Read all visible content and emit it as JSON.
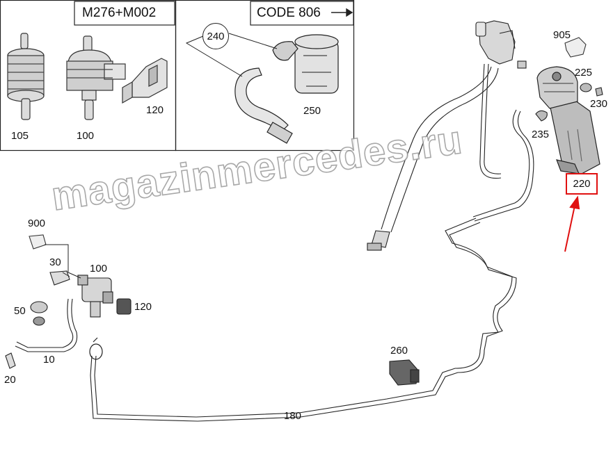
{
  "inset_boxes": {
    "engine_variant": "M276+M002",
    "code_variant": "CODE 806"
  },
  "callouts": {
    "p105": "105",
    "p100_top": "100",
    "p120_top": "120",
    "p240": "240",
    "p250": "250",
    "p905": "905",
    "p225": "225",
    "p230": "230",
    "p235": "235",
    "p220": "220",
    "p900": "900",
    "p30": "30",
    "p100_left": "100",
    "p120_left": "120",
    "p50": "50",
    "p10": "10",
    "p20": "20",
    "p260": "260",
    "p180": "180"
  },
  "watermark": "magazinmercedes.ru",
  "colors": {
    "highlight": "#e01010",
    "line": "#222222",
    "part_fill": "#d8d8d8",
    "part_dark": "#555555"
  }
}
